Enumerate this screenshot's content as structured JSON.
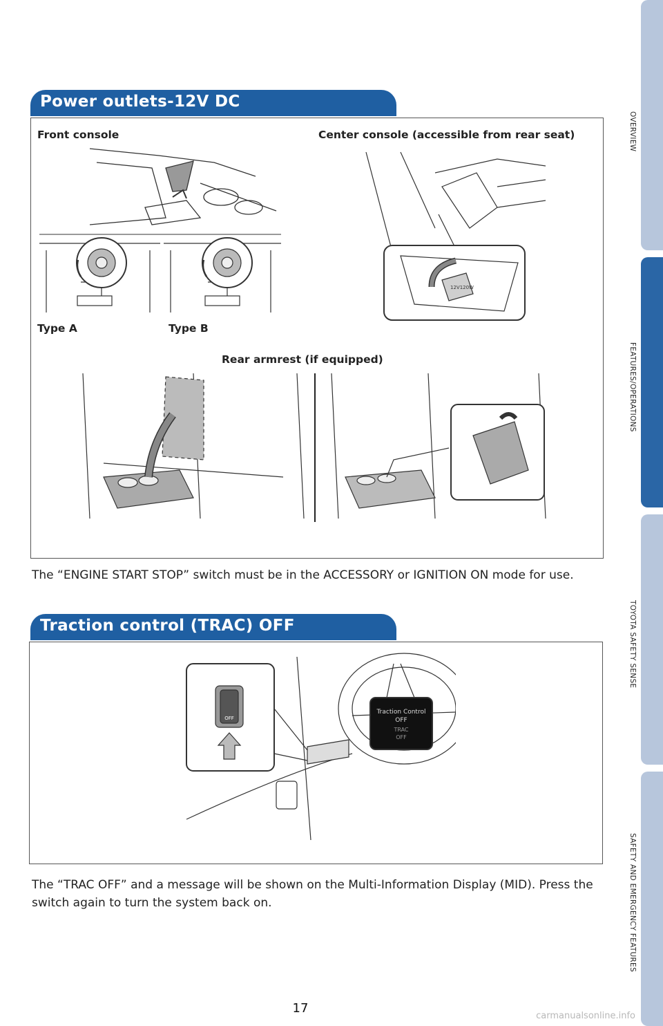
{
  "side_tabs": [
    {
      "label": "OVERVIEW",
      "active": false
    },
    {
      "label": "FEATURES/OPERATIONS",
      "active": true
    },
    {
      "label": "TOYOTA SAFETY SENSE",
      "active": false
    },
    {
      "label": "SAFETY AND EMERGENCY FEATURES",
      "active": false
    }
  ],
  "section1": {
    "title": "Power outlets-12V DC",
    "labels": {
      "front_console": "Front console",
      "center_console": "Center console (accessible from rear seat)",
      "type_a": "Type A",
      "type_b": "Type B",
      "rear_armrest": "Rear armrest (if equipped)"
    },
    "outlet_marking": "12V120W",
    "note": "The “ENGINE START STOP” switch must be in the ACCESSORY or IGNITION ON mode for use."
  },
  "section2": {
    "title": "Traction control (TRAC) OFF",
    "switch_label": "OFF",
    "display_lines": [
      "Traction Control",
      "OFF",
      "TRAC",
      "OFF"
    ],
    "note": "The “TRAC OFF” and a message will be shown on the Multi-Information Display (MID). Press the switch again to turn the system back on."
  },
  "page_number": "17",
  "watermark": "carmanualsonline.info",
  "colors": {
    "brand_blue": "#1f5fa2",
    "tab_inactive": "#b7c6dc",
    "tab_active": "#2a66a6"
  }
}
